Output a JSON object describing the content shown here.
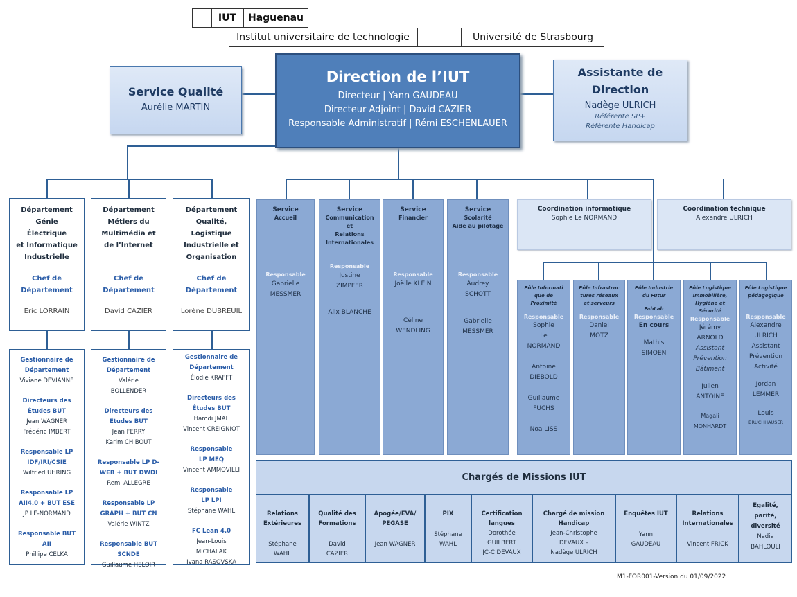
{
  "header": {
    "iut": "IUT",
    "city": "Haguenau",
    "institut": "Institut universitaire de technologie",
    "universite": "Université de Strasbourg"
  },
  "quality": {
    "title": "Service Qualité",
    "name": "Aurélie MARTIN"
  },
  "direction": {
    "title": "Direction de l’IUT",
    "lines": [
      "Directeur | Yann GAUDEAU",
      "Directeur Adjoint | David CAZIER",
      "Responsable Administratif | Rémi ESCHENLAUER"
    ]
  },
  "assistant": {
    "title1": "Assistante de",
    "title2": "Direction",
    "name": "Nadège ULRICH",
    "role1": "Référente SP+",
    "role2": "Référente Handicap"
  },
  "departments": [
    {
      "title": [
        "Département",
        "Génie",
        "Électrique",
        "et Informatique",
        "Industrielle"
      ],
      "chef": [
        "Chef de",
        "Département"
      ],
      "name": "Eric LORRAIN"
    },
    {
      "title": [
        "Département",
        "Métiers du",
        "Multimédia et",
        "de l’Internet"
      ],
      "chef": [
        "Chef de",
        "Département"
      ],
      "name": "David CAZIER"
    },
    {
      "title": [
        "Département",
        "Qualité,",
        "Logistique",
        "Industrielle et",
        "Organisation"
      ],
      "chef": [
        "Chef de",
        "Département"
      ],
      "name": "Lorène DUBREUIL"
    }
  ],
  "dept_staff": [
    [
      {
        "role": [
          "Gestionnaire de",
          "Département"
        ],
        "names": [
          "Viviane DEVIANNE"
        ]
      },
      {
        "role": [
          "Directeurs des",
          "Études BUT"
        ],
        "names": [
          "Jean WAGNER",
          "Frédéric IMBERT"
        ]
      },
      {
        "role": [
          "Responsable LP",
          "IDF/IRI/CSIE"
        ],
        "names": [
          "Wilfried UHRING"
        ]
      },
      {
        "role": [
          "Responsable LP",
          "AII4.0 + BUT ESE"
        ],
        "names": [
          "JP LE-NORMAND"
        ]
      },
      {
        "role": [
          "Responsable BUT",
          "AII"
        ],
        "names": [
          "Phillipe CELKA"
        ]
      }
    ],
    [
      {
        "role": [
          "Gestionnaire de",
          "Département"
        ],
        "names": [
          "Valérie",
          "BOLLENDER"
        ]
      },
      {
        "role": [
          "Directeurs des",
          "Études BUT"
        ],
        "names": [
          "Jean FERRY",
          "Karim CHIBOUT"
        ]
      },
      {
        "role": [
          "Responsable LP D-",
          "WEB + BUT DWDI"
        ],
        "names": [
          "Remi ALLEGRE"
        ]
      },
      {
        "role": [
          "Responsable LP",
          "GRAPH + BUT CN"
        ],
        "names": [
          "Valérie WINTZ"
        ]
      },
      {
        "role": [
          "Responsable BUT",
          "SCNDE"
        ],
        "names": [
          "Guillaume HELOIR"
        ]
      }
    ],
    [
      {
        "role": [
          "Gestionnaire de",
          "Département"
        ],
        "names": [
          "Élodie KRAFFT"
        ]
      },
      {
        "role": [
          "Directeurs des",
          "Études BUT"
        ],
        "names": [
          "Hamdi JMAL",
          "Vincent CREIGNIOT"
        ]
      },
      {
        "role": [
          "Responsable",
          "LP MEQ"
        ],
        "names": [
          "Vincent AMMOVILLI"
        ]
      },
      {
        "role": [
          "Responsable",
          "LP LPI"
        ],
        "names": [
          "Stéphane WAHL"
        ]
      },
      {
        "role": [
          "FC Lean 4.0"
        ],
        "names": [
          "Jean-Louis",
          "MICHALAK",
          "Ivana RASOVSKA"
        ]
      }
    ]
  ],
  "services": [
    {
      "title": [
        "Service",
        "Accueil"
      ],
      "resp": "Responsable",
      "names": [
        "Gabrielle",
        "MESSMER"
      ],
      "others": []
    },
    {
      "title": [
        "Service",
        "Communication",
        "et",
        "Relations",
        "Internationales"
      ],
      "resp": "Responsable",
      "names": [
        "Justine",
        "ZIMPFER"
      ],
      "others": [
        "Alix BLANCHE"
      ]
    },
    {
      "title": [
        "Service",
        "Financier"
      ],
      "resp": "Responsable",
      "names": [
        "Joëlle KLEIN"
      ],
      "others": [
        "Céline",
        "WENDLING"
      ]
    },
    {
      "title": [
        "Service",
        "Scolarité",
        "Aide au pilotage"
      ],
      "resp": "Responsable",
      "names": [
        "Audrey",
        "SCHOTT"
      ],
      "others": [
        "Gabrielle",
        "MESSMER"
      ]
    }
  ],
  "coordination": [
    {
      "title": "Coordination informatique",
      "name": "Sophie Le NORMAND"
    },
    {
      "title": "Coordination technique",
      "name": "Alexandre ULRICH"
    }
  ],
  "poles": [
    {
      "title": [
        "Pôle Informati",
        "que de",
        "Proximité"
      ],
      "resp": "Responsable",
      "lines": [
        "Sophie",
        "Le",
        "NORMAND",
        "",
        "Antoine",
        "DIEBOLD",
        "",
        "Guillaume",
        "FUCHS",
        "",
        "Noa LISS"
      ]
    },
    {
      "title": [
        "Pôle Infrastruc",
        "tures réseaux",
        "et serveurs"
      ],
      "resp": "Responsable",
      "lines": [
        "Daniel",
        "MOTZ"
      ]
    },
    {
      "title": [
        "Pôle Industrie",
        "du Futur",
        "",
        "FabLab"
      ],
      "resp": "Responsable",
      "lines": [
        "En cours",
        "",
        "Mathis",
        "SIMOEN"
      ]
    },
    {
      "title": [
        "Pôle Logistique",
        "Immobilière,",
        "Hygiène et",
        "Sécurité"
      ],
      "resp": "Responsable",
      "lines": [
        "Jérémy",
        "ARNOLD",
        "Assistant",
        "Prévention",
        "Bâtiment",
        "",
        "Julien",
        "ANTOINE",
        "",
        "Magali",
        "MONHARDT"
      ]
    },
    {
      "title": [
        "Pôle Logistique",
        "pédagogique"
      ],
      "resp": "Responsable",
      "lines": [
        "Alexandre",
        "ULRICH",
        "Assistant",
        "Prévention",
        "Activité",
        "",
        "Jordan",
        "LEMMER",
        "",
        "Louis",
        "BRUCHHAUSER"
      ]
    }
  ],
  "missions": {
    "title": "Chargés de Missions IUT",
    "items": [
      {
        "title": [
          "Relations",
          "Extérieures"
        ],
        "names": [
          "Stéphane",
          "WAHL"
        ]
      },
      {
        "title": [
          "Qualité des",
          "Formations"
        ],
        "names": [
          "David",
          "CAZIER"
        ]
      },
      {
        "title": [
          "Apogée/EVA/",
          "PEGASE"
        ],
        "names": [
          "Jean WAGNER"
        ]
      },
      {
        "title": [
          "PIX"
        ],
        "names": [
          "Stéphane",
          "WAHL"
        ]
      },
      {
        "title": [
          "Certification",
          "langues"
        ],
        "names": [
          "Dorothée",
          "GUILBERT",
          "JC-C DEVAUX"
        ]
      },
      {
        "title": [
          "Chargé de mission",
          "Handicap"
        ],
        "names": [
          "Jean-Christophe",
          "DEVAUX –",
          "Nadège ULRICH"
        ]
      },
      {
        "title": [
          "Enquêtes IUT"
        ],
        "names": [
          "Yann",
          "GAUDEAU"
        ]
      },
      {
        "title": [
          "Relations",
          "Internationales"
        ],
        "names": [
          "Vincent FRICK"
        ]
      },
      {
        "title": [
          "Egalité,",
          "parité,",
          "diversité"
        ],
        "names": [
          "Nadia",
          "BAHLOULI"
        ]
      }
    ]
  },
  "footer": "M1-FOR001-Version du 01/09/2022"
}
